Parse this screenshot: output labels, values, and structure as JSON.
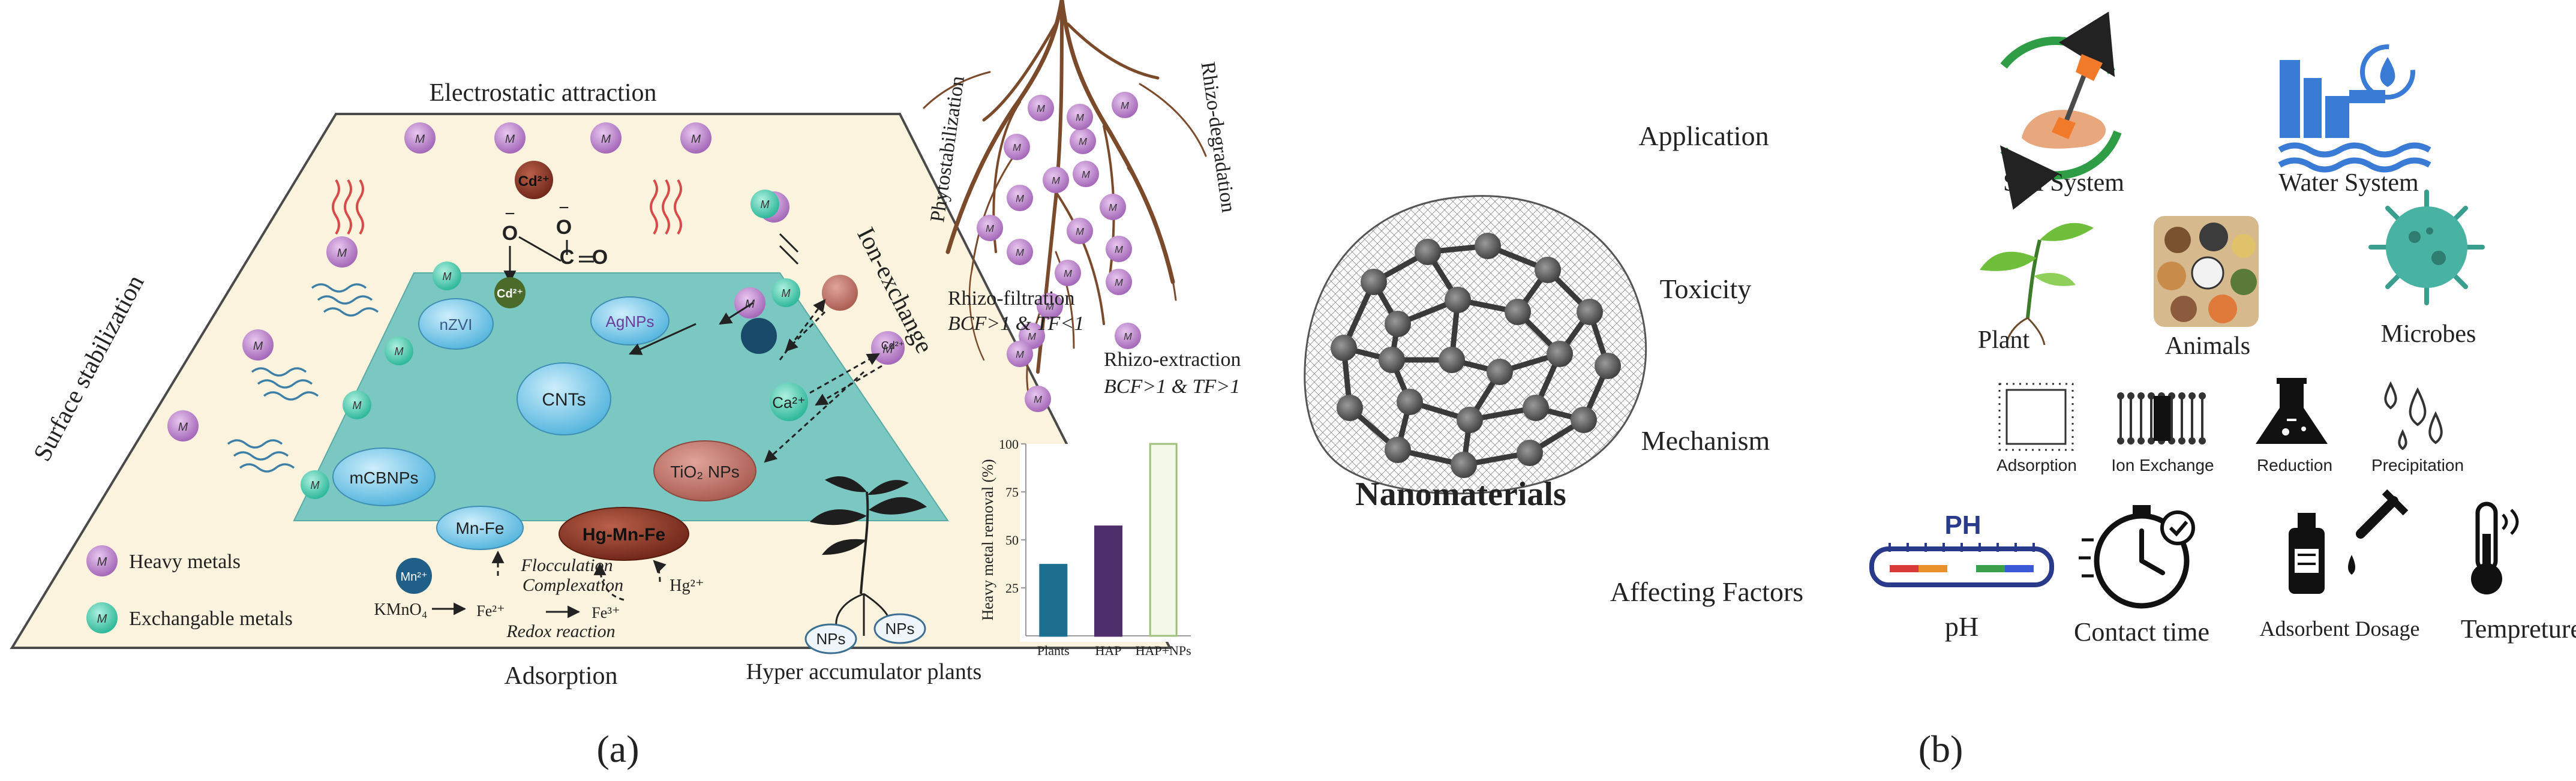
{
  "panel_a": {
    "label": "(a)",
    "trapezoid": {
      "top_label": "Electrostatic attraction",
      "left_label": "Surface stabilization",
      "right_label": "Ion-exchange",
      "bottom_label": "Adsorption"
    },
    "metal_symbol": "M",
    "legend": {
      "heavy": "Heavy metals",
      "exchangeable": "Exchangable metals"
    },
    "nano": {
      "nzvi": "nZVI",
      "agnps": "AgNPs",
      "cnts": "CNTs",
      "mcbnps": "mCBNPs",
      "tio2": "TiO₂ NPs",
      "mnfe": "Mn-Fe",
      "hgmnfe": "Hg-Mn-Fe"
    },
    "ions": {
      "cd": "Cd²⁺",
      "hg": "Hg²⁺",
      "ca": "Ca²⁺",
      "mn": "Mn²⁺",
      "fe2": "Fe²⁺",
      "fe3": "Fe³⁺",
      "kmno4": "KMnO₄"
    },
    "chem": {
      "o": "O",
      "c": "C",
      "minus": "−"
    },
    "process": {
      "floc": "Flocculation",
      "complex": "Complexation",
      "redox": "Redox reaction"
    },
    "roots": {
      "phyto_stab": "Phytostabilization",
      "rhizo_deg": "Rhizo-degradation",
      "rhizo_filt": "Rhizo-filtration",
      "rhizo_filt_cond": "BCF>1 & TF<1",
      "rhizo_extr": "Rhizo-extraction",
      "rhizo_extr_cond": "BCF>1 & TF>1"
    },
    "hyper": {
      "label": "Hyper accumulator plants",
      "nps": "NPs"
    }
  },
  "chart_data": {
    "type": "bar",
    "ylabel": "Heavy metal removal (%)",
    "categories": [
      "Plants",
      "HAP",
      "HAP+NPs"
    ],
    "values": [
      37,
      57,
      100
    ],
    "ylim": [
      0,
      100
    ],
    "yticks": [
      100,
      75,
      50,
      25
    ],
    "colors": [
      "#1d6f8f",
      "#4e2f6b",
      "#f3f8e8"
    ],
    "grid": false,
    "legend": "none"
  },
  "panel_b": {
    "label": "(b)",
    "title": "Nanomaterials",
    "rows": {
      "application": "Application",
      "toxicity": "Toxicity",
      "mechanism": "Mechanism",
      "factors": "Affecting Factors"
    },
    "application": {
      "soil": "Soil System",
      "water": "Water System"
    },
    "toxicity": {
      "plant": "Plant",
      "animals": "Animals",
      "microbes": "Microbes"
    },
    "mechanism": {
      "adsorption": "Adsorption",
      "ion_exchange": "Ion Exchange",
      "reduction": "Reduction",
      "precipitation": "Precipitation"
    },
    "factors": {
      "ph": "pH",
      "ph_badge": "PH",
      "contact": "Contact time",
      "dosage": "Adsorbent Dosage",
      "temp": "Tempreture"
    },
    "colors": {
      "accent_green": "#2e9d46",
      "water_blue": "#3a7bd5",
      "teal": "#3a9e8f"
    }
  }
}
